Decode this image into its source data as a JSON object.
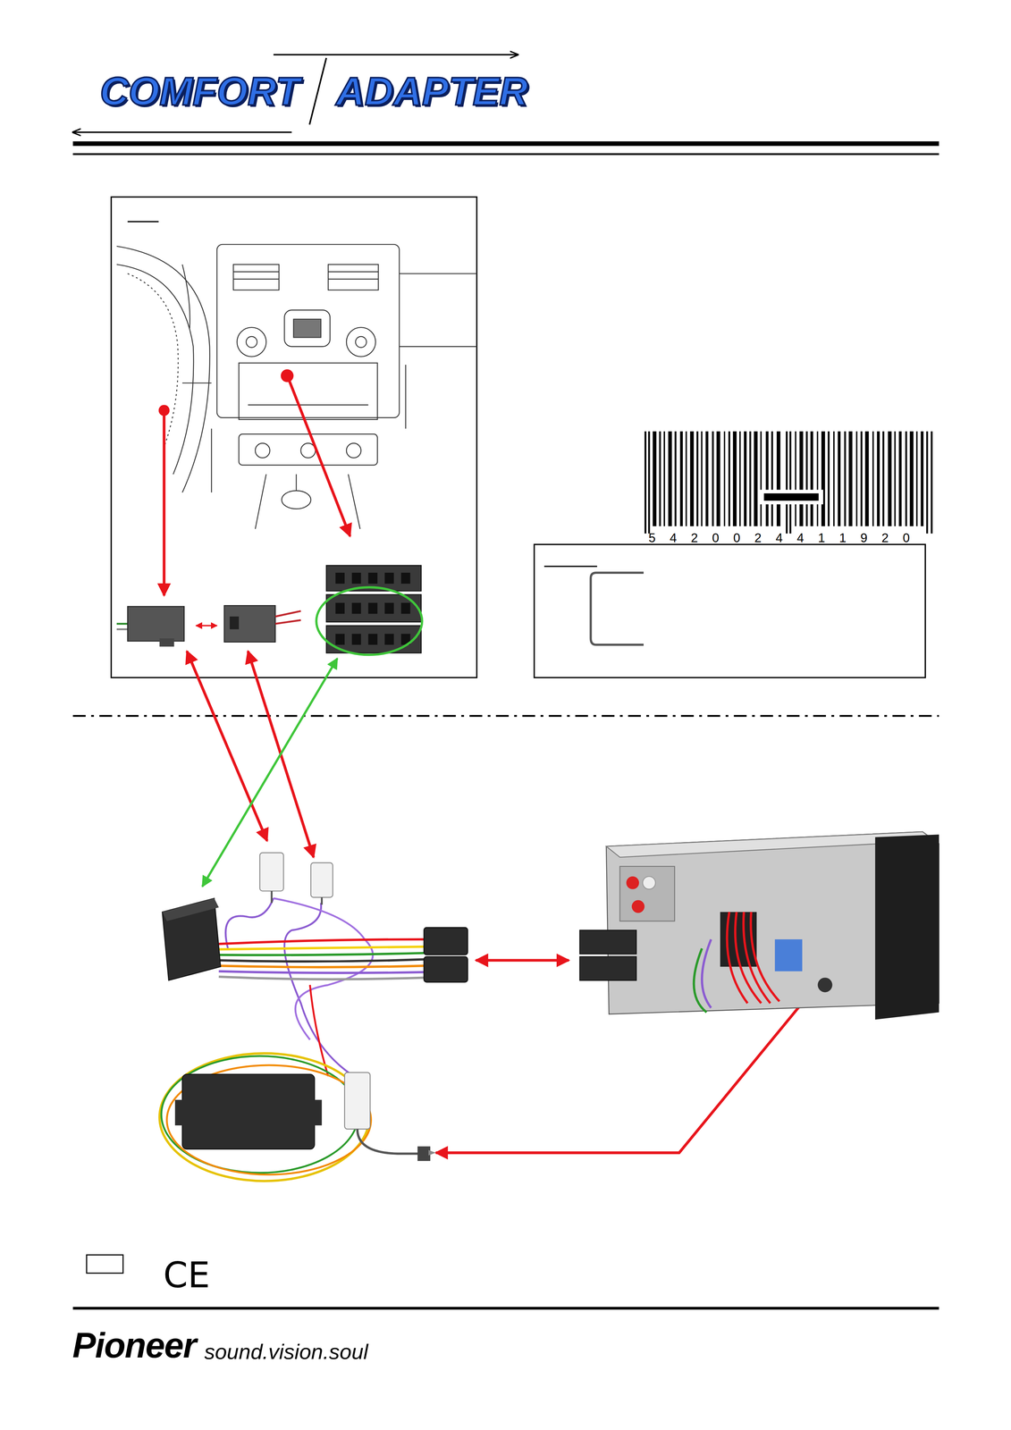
{
  "diagram": {
    "title": "COMFORT ADAPTER",
    "labels": [
      "5 4 2 0 0 2 4 4 1 1 9 2 0",
      "CE",
      "Pioneer",
      "sound.vision.soul"
    ]
  }
}
